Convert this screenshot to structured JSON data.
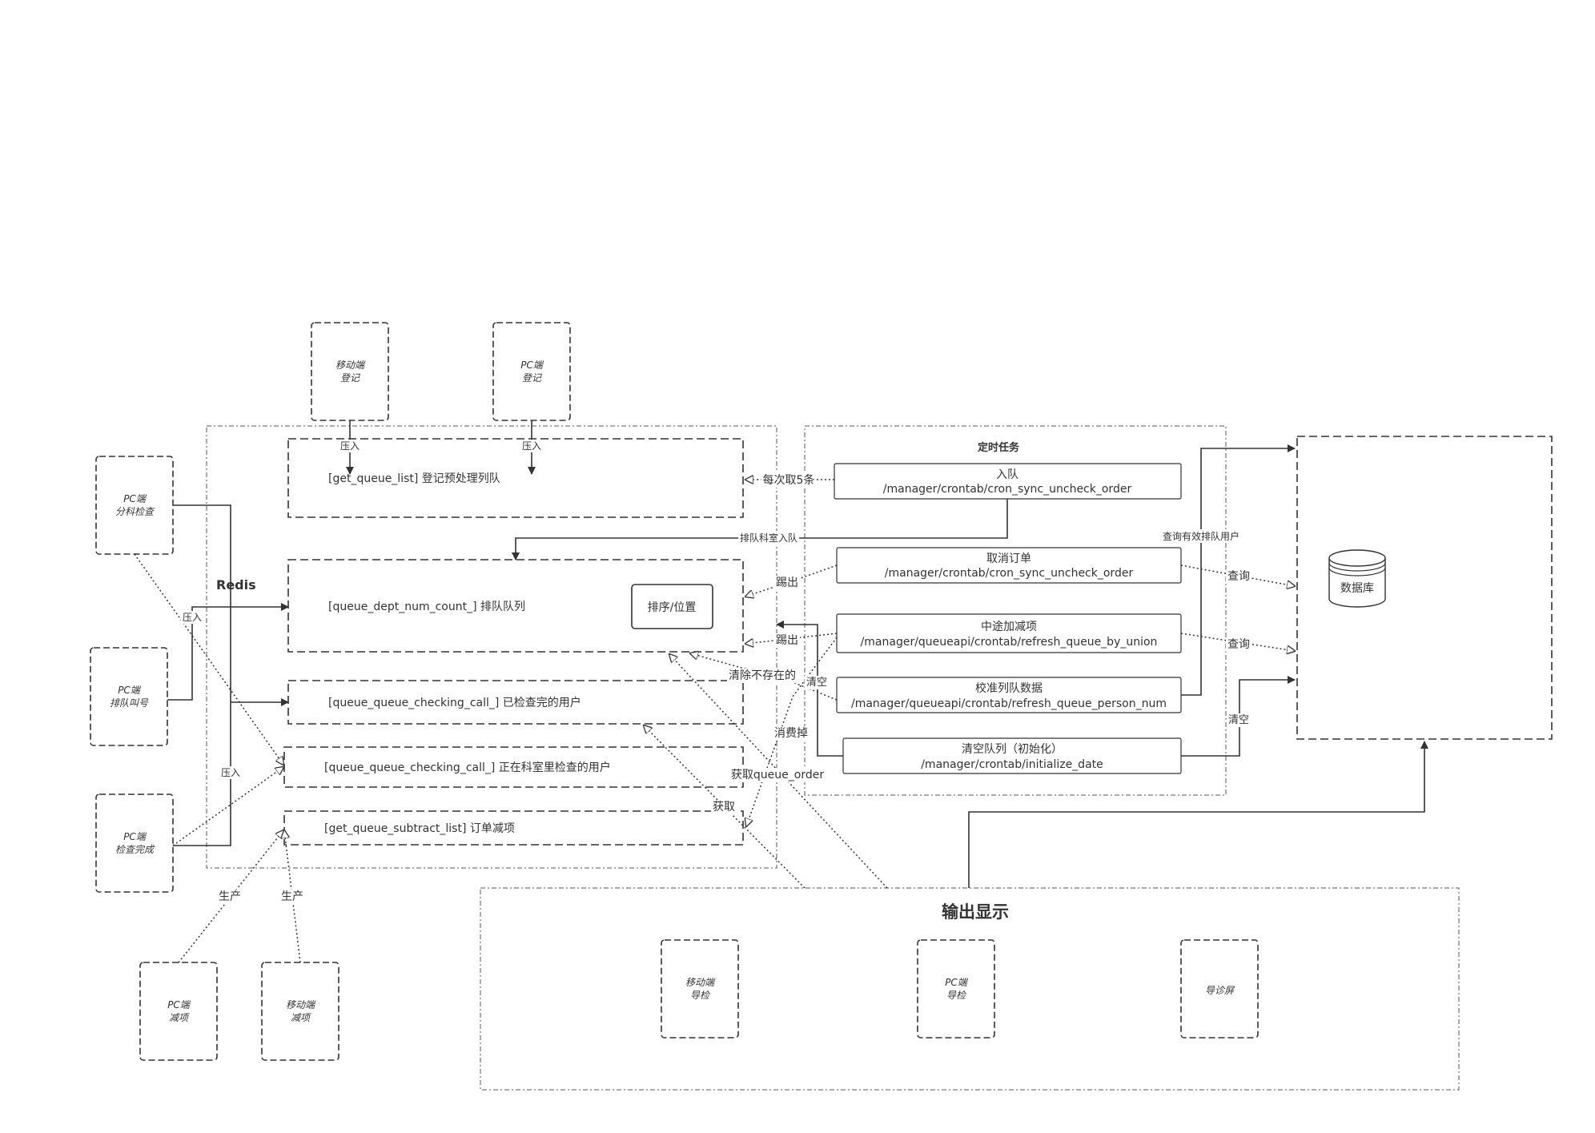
{
  "clients": {
    "mobile_register": [
      "移动端",
      "登记"
    ],
    "pc_register": [
      "PC端",
      "登记"
    ],
    "pc_dept_check": [
      "PC端",
      "分科检查"
    ],
    "pc_queue_call": [
      "PC端",
      "排队叫号"
    ],
    "pc_check_done": [
      "PC端",
      "检查完成"
    ],
    "pc_subtract": [
      "PC端",
      "减项"
    ],
    "mobile_subtract": [
      "移动端",
      "减项"
    ]
  },
  "redis": {
    "title": "Redis",
    "queues": {
      "get_queue_list": "[get_queue_list] 登记预处理列队",
      "queue_dept_num_count": "[queue_dept_num_count_] 排队队列",
      "sort_position": "排序/位置",
      "checking_done": "[queue_queue_checking_call_] 已检查完的用户",
      "checking_in_room": "[queue_queue_checking_call_] 正在科室里检查的用户",
      "get_queue_subtract_list": "[get_queue_subtract_list] 订单减项"
    }
  },
  "cron": {
    "title": "定时任务",
    "tasks": [
      {
        "name": "入队",
        "path": "/manager/crontab/cron_sync_uncheck_order"
      },
      {
        "name": "取消订单",
        "path": "/manager/crontab/cron_sync_uncheck_order"
      },
      {
        "name": "中途加减项",
        "path": "/manager/queueapi/crontab/refresh_queue_by_union"
      },
      {
        "name": "校准列队数据",
        "path": "/manager/queueapi/crontab/refresh_queue_person_num"
      },
      {
        "name": "清空队列（初始化）",
        "path": "/manager/crontab/initialize_date"
      }
    ]
  },
  "database": {
    "label": "数据库"
  },
  "output": {
    "title": "输出显示",
    "items": [
      [
        "移动端",
        "导检"
      ],
      [
        "PC端",
        "导检"
      ],
      [
        "导诊屏"
      ]
    ]
  },
  "edge_labels": {
    "push": "压入",
    "every_5": "每次取5条",
    "dept_enqueue": "排队科室入队",
    "kick": "踢出",
    "clear_nonexist": "清除不存在的",
    "clear": "清空",
    "consume": "消费掉",
    "get_queue_order": "获取queue_order",
    "get": "获取",
    "query_valid_users": "查询有效排队用户",
    "query": "查询",
    "produce": "生产"
  }
}
